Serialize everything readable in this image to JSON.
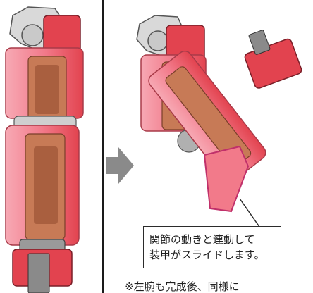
{
  "callout": {
    "line1": "関節の動きと連動して",
    "line2": "装甲がスライドします。"
  },
  "footnote": "※左腕も完成後、同様に",
  "colors": {
    "armor_pink": "#f27a8a",
    "armor_pink_light": "#f7a9b4",
    "armor_red": "#e2434f",
    "frame_brown": "#b86a4a",
    "frame_dark": "#8a4b35",
    "joint_gray": "#8c8c8c",
    "divider": "#1a1a1a",
    "arrow_gray": "#8a8a8a"
  },
  "icons": {
    "arrow": "right-arrow-icon"
  }
}
